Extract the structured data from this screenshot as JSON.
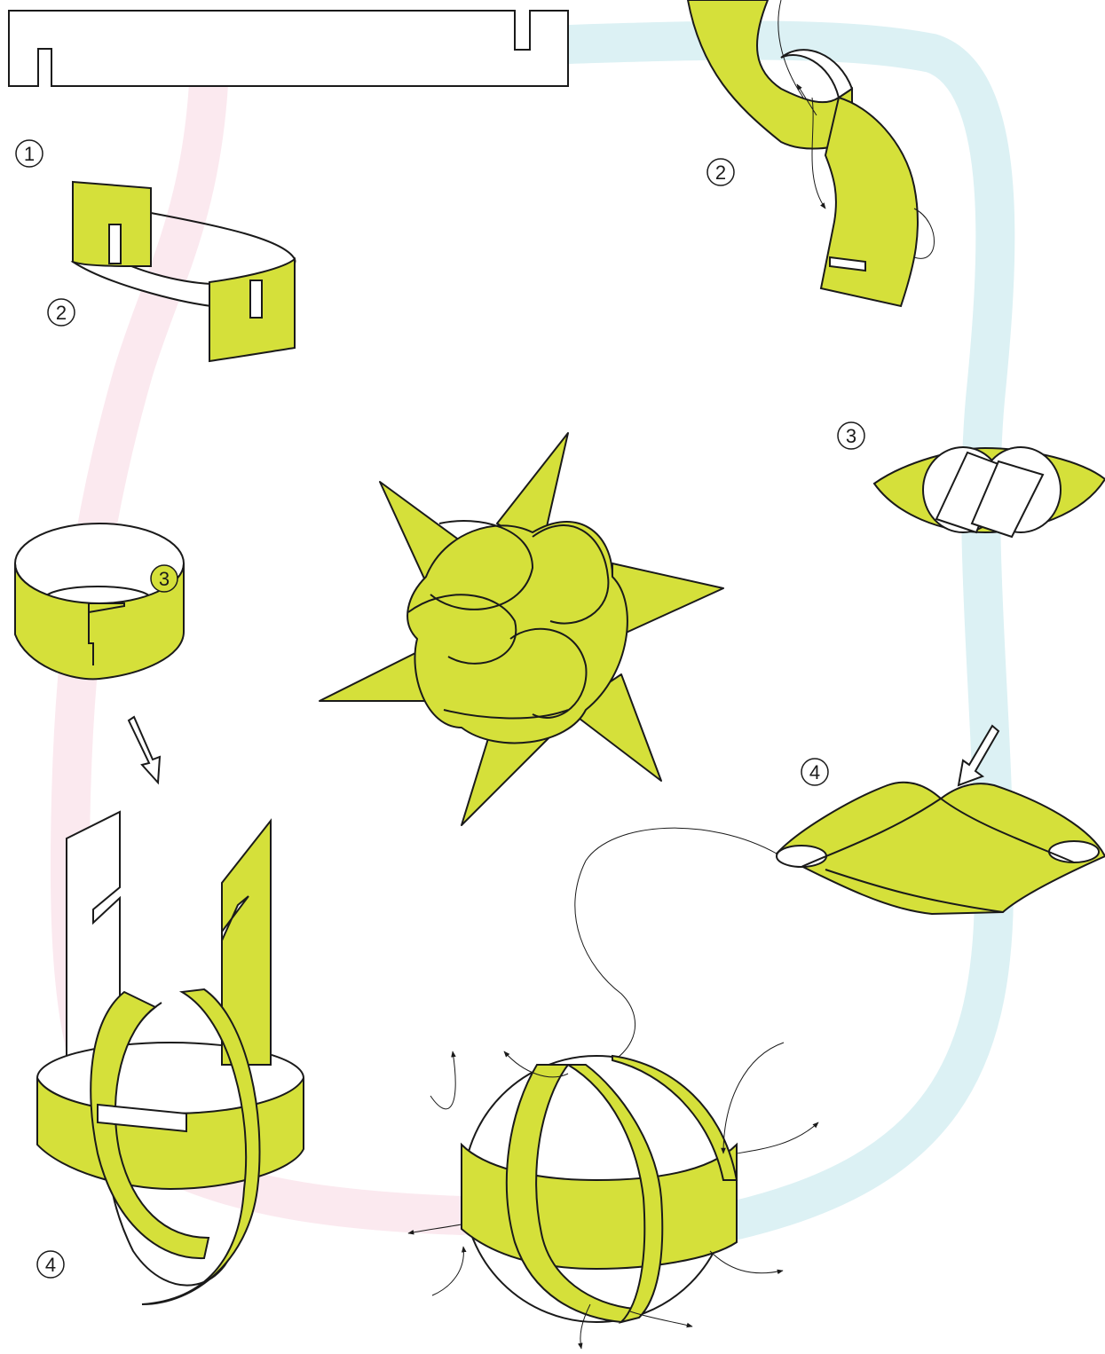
{
  "colors": {
    "strip": "#d5e03a",
    "outline": "#1a1a1a",
    "path_left": "#fbe9ef",
    "path_right": "#dcf1f4",
    "background": "#ffffff"
  },
  "steps": {
    "left_1": "1",
    "left_2": "2",
    "left_3": "3",
    "left_4": "4",
    "right_2": "2",
    "right_3": "3",
    "right_4": "4"
  }
}
